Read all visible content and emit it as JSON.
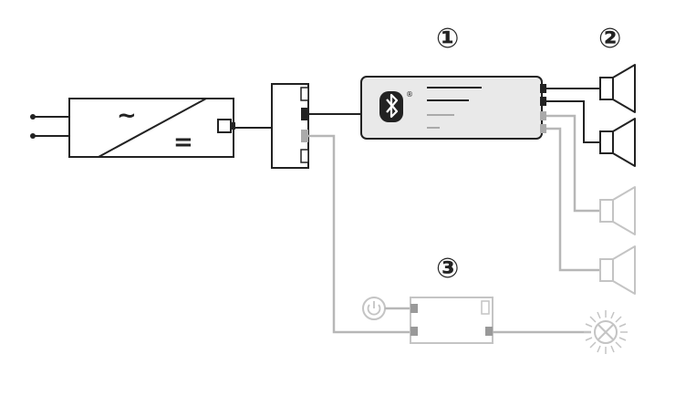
{
  "callouts": {
    "one": "①",
    "two": "②",
    "three": "③"
  },
  "power_supply": {
    "ac_symbol": "~",
    "dc_symbol": "="
  },
  "bluetooth_module": {
    "registered_mark": "®"
  },
  "colors": {
    "dark_line": "#222222",
    "light_line": "#b7b7b7",
    "module_fill": "#e9e9e9",
    "light_outline": "#c4c4c4"
  }
}
